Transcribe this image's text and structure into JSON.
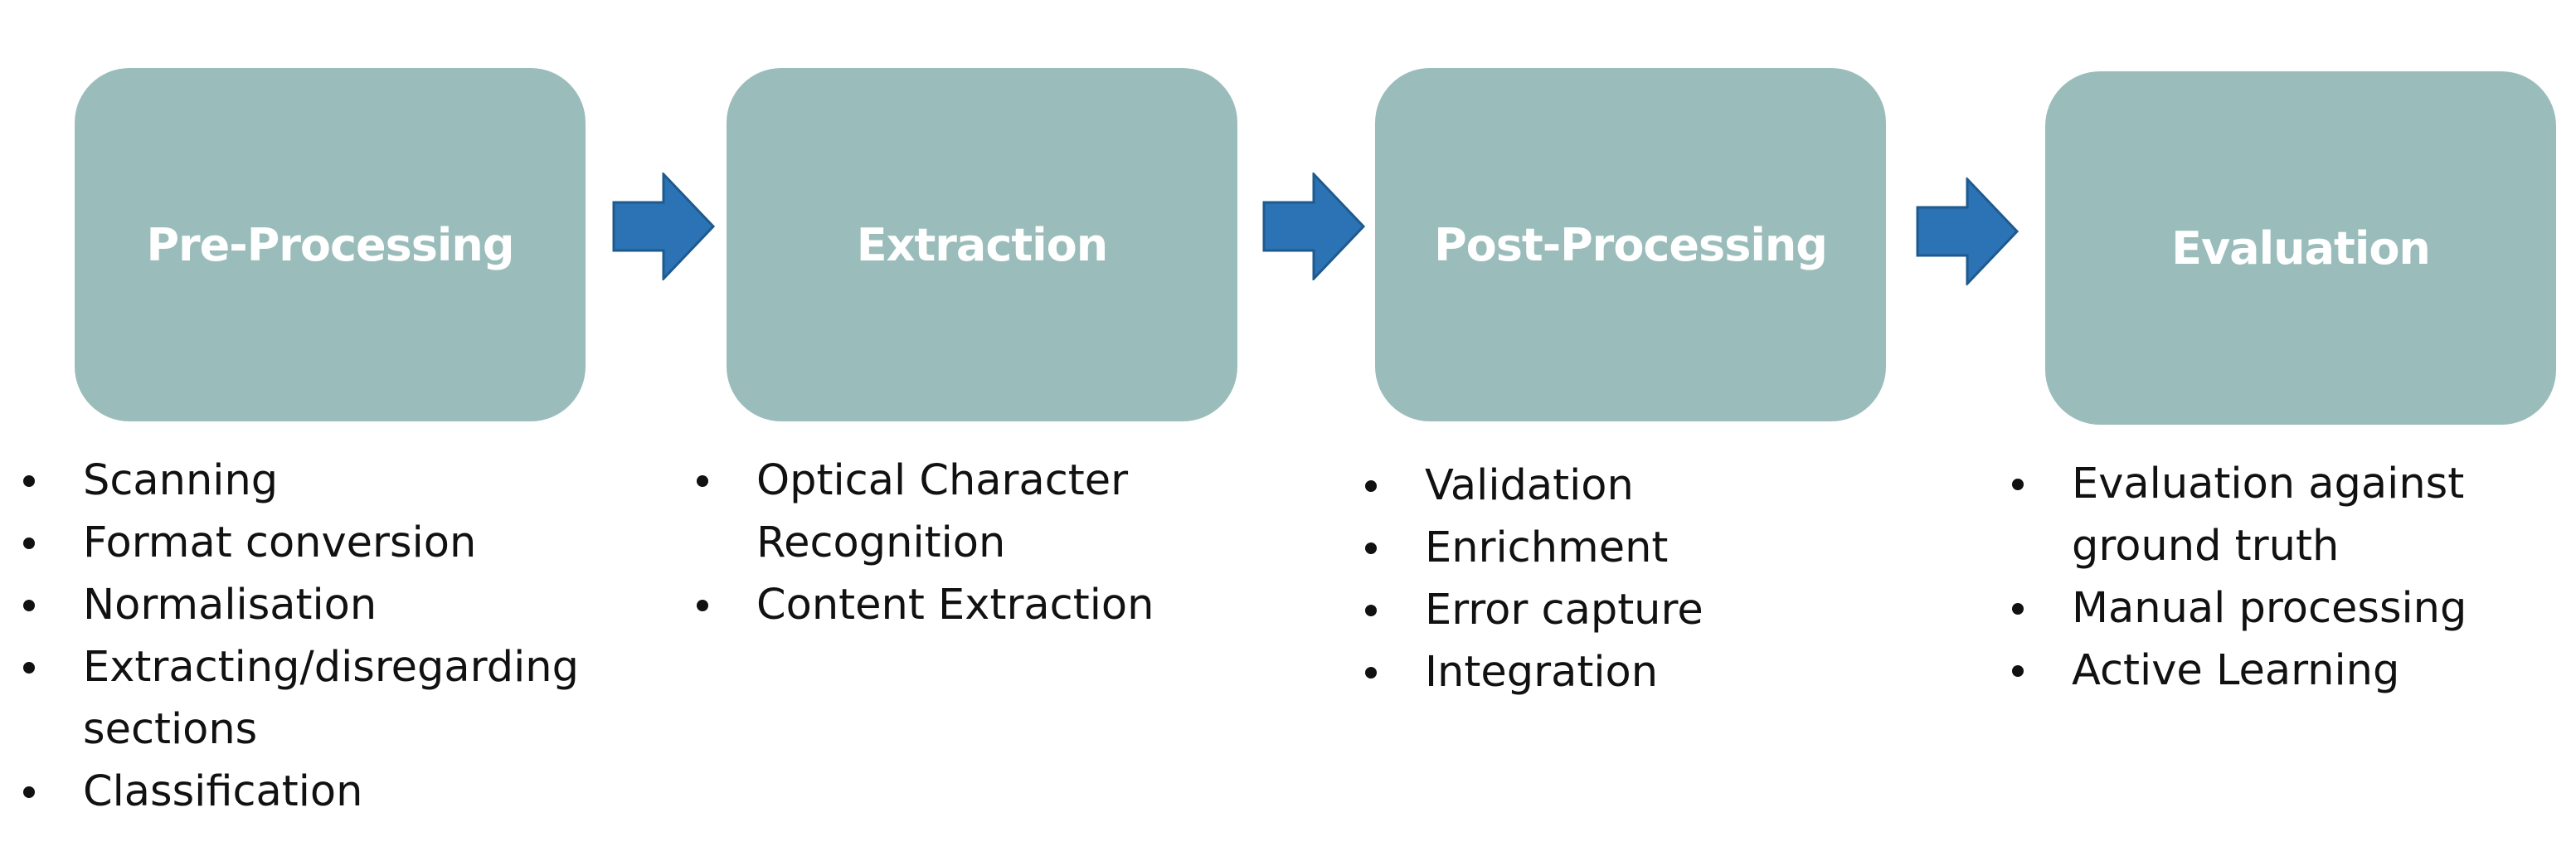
{
  "stages": [
    {
      "title": "Pre-Processing",
      "items": [
        [
          "Scanning"
        ],
        [
          "Format conversion"
        ],
        [
          "Normalisation"
        ],
        [
          "Extracting/disregarding",
          "sections"
        ],
        [
          "Classification"
        ]
      ]
    },
    {
      "title": "Extraction",
      "items": [
        [
          "Optical Character",
          "Recognition"
        ],
        [
          "Content Extraction"
        ]
      ]
    },
    {
      "title": "Post-Processing",
      "items": [
        [
          "Validation"
        ],
        [
          "Enrichment"
        ],
        [
          "Error capture"
        ],
        [
          "Integration"
        ]
      ]
    },
    {
      "title": "Evaluation",
      "items": [
        [
          "Evaluation against",
          "ground truth"
        ],
        [
          "Manual processing"
        ],
        [
          "Active Learning"
        ]
      ]
    }
  ],
  "colors": {
    "box": "#9abdbb",
    "box_text": "#ffffff",
    "arrow": "#2b73b4",
    "arrow_stroke": "#1f5a8e",
    "bullet_text": "#111111"
  }
}
